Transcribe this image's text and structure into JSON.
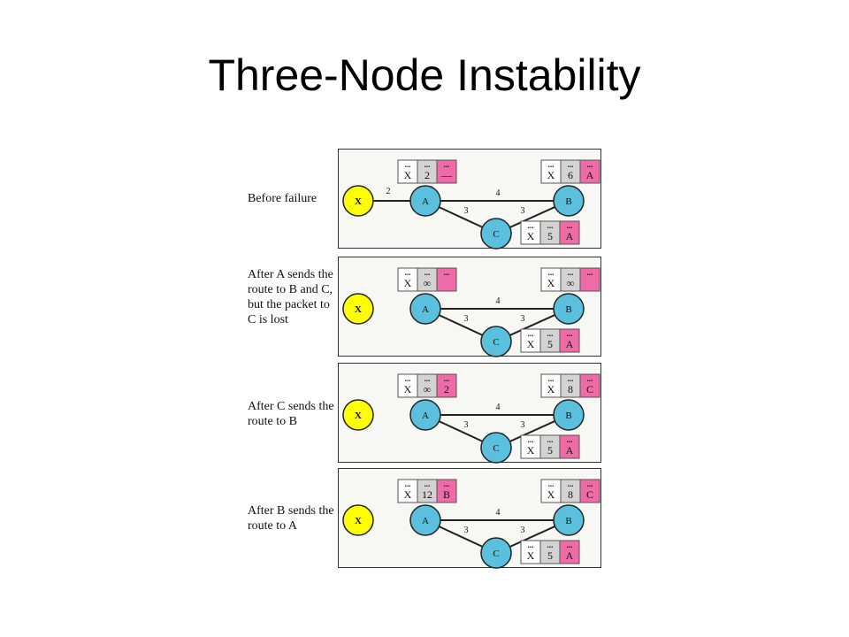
{
  "slide": {
    "title": "Three-Node Instability"
  },
  "colors": {
    "node_fill": "#5bc0de",
    "x_fill": "#ffff00",
    "cell_white": "#ffffff",
    "cell_gray": "#d3d3d3",
    "cell_pink": "#f06aa8",
    "stroke": "#222222"
  },
  "nodes": {
    "x": "X",
    "a": "A",
    "b": "B",
    "c": "C"
  },
  "edges": {
    "xa": "2",
    "ab": "4",
    "ac": "3",
    "bc": "3"
  },
  "table_header": "...",
  "stages": [
    {
      "caption": "Before failure",
      "show_xa_link": true,
      "tables": {
        "a": [
          "X",
          "2",
          "—"
        ],
        "b": [
          "X",
          "6",
          "A"
        ],
        "c": [
          "X",
          "5",
          "A"
        ]
      }
    },
    {
      "caption": "After A sends the route to B and C, but the packet to C is lost",
      "show_xa_link": false,
      "tables": {
        "a": [
          "X",
          "∞",
          ""
        ],
        "b": [
          "X",
          "∞",
          ""
        ],
        "c": [
          "X",
          "5",
          "A"
        ]
      }
    },
    {
      "caption": "After C sends the route to B",
      "show_xa_link": false,
      "tables": {
        "a": [
          "X",
          "∞",
          "2"
        ],
        "b": [
          "X",
          "8",
          "C"
        ],
        "c": [
          "X",
          "5",
          "A"
        ]
      }
    },
    {
      "caption": "After B sends the route to A",
      "show_xa_link": false,
      "tables": {
        "a": [
          "X",
          "12",
          "B"
        ],
        "b": [
          "X",
          "8",
          "C"
        ],
        "c": [
          "X",
          "5",
          "A"
        ]
      }
    }
  ]
}
